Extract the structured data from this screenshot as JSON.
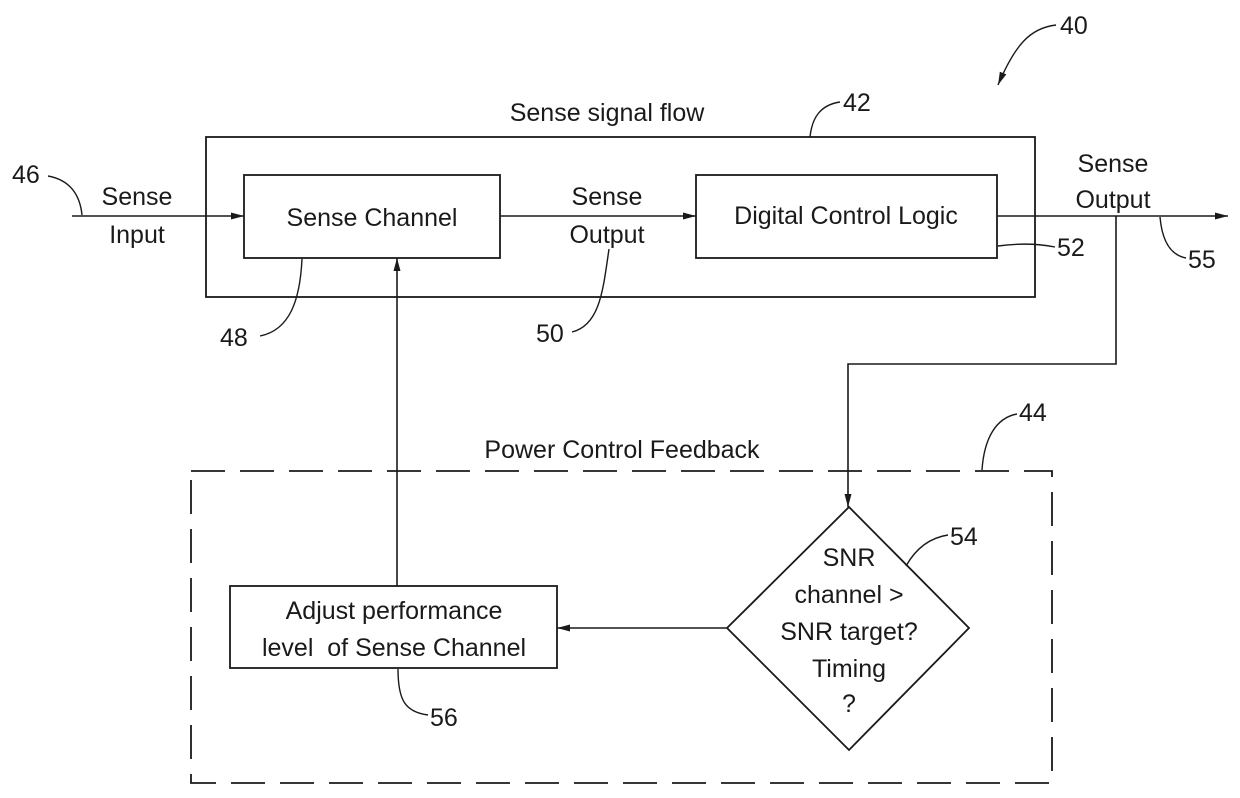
{
  "figure": {
    "ref": "40",
    "sense_signal_flow": {
      "title": "Sense signal flow",
      "ref": "42"
    },
    "power_control_feedback": {
      "title": "Power Control Feedback",
      "ref": "44"
    },
    "sense_input": {
      "line1": "Sense",
      "line2": "Input",
      "ref": "46"
    },
    "sense_channel": {
      "label": "Sense Channel",
      "ref": "48"
    },
    "intermediate_output": {
      "line1": "Sense",
      "line2": "Output",
      "ref": "50"
    },
    "digital_control_logic": {
      "label": "Digital Control Logic",
      "ref": "52"
    },
    "sense_output": {
      "line1": "Sense",
      "line2": "Output",
      "ref": "55"
    },
    "decision": {
      "lines": [
        "SNR",
        "channel >",
        "SNR target?",
        "Timing",
        "?"
      ],
      "ref": "54"
    },
    "adjust": {
      "line1": "Adjust performance",
      "line2": "level  of Sense Channel",
      "ref": "56"
    }
  }
}
